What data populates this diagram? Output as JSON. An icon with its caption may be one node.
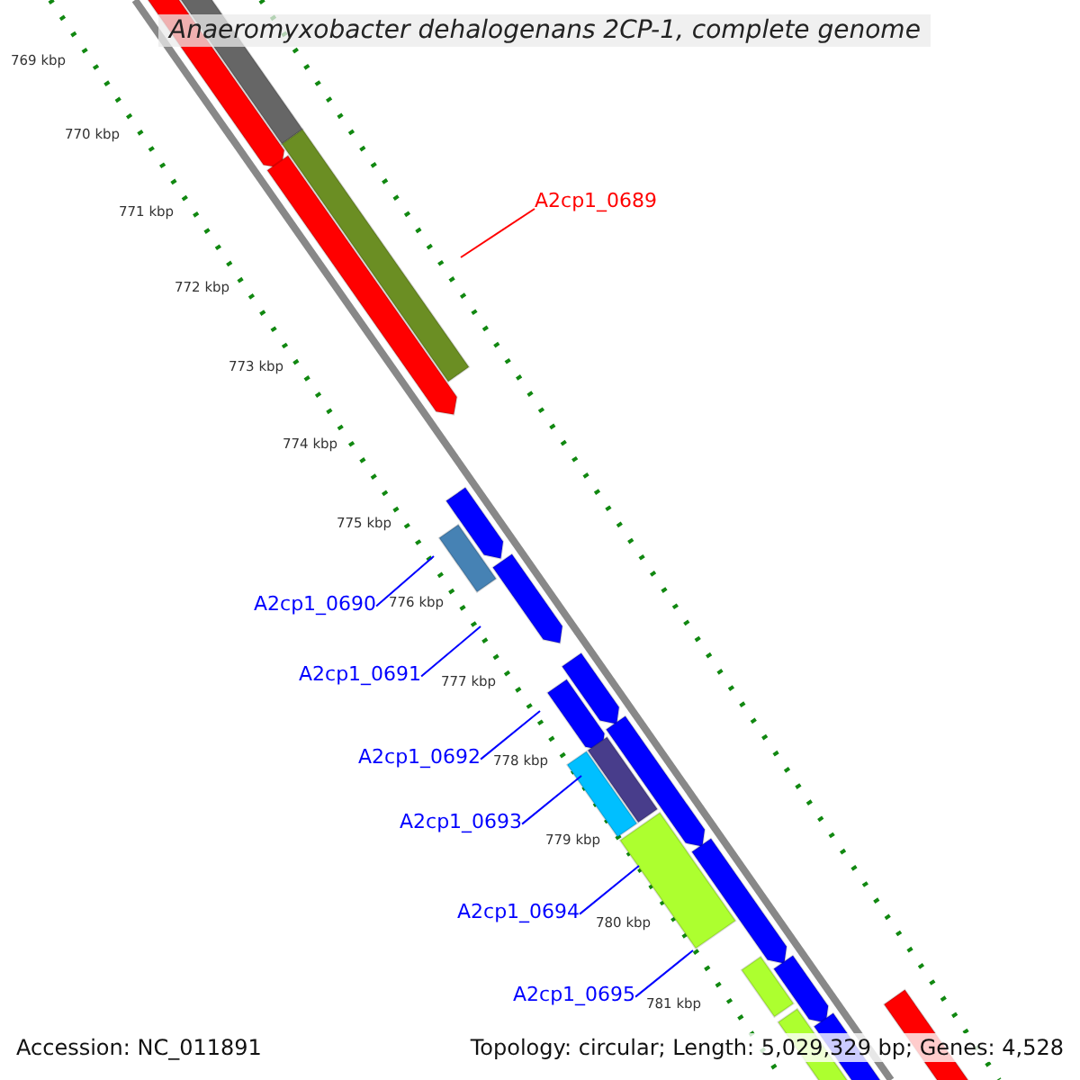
{
  "diagram": {
    "title": "Anaeromyxobacter dehalogenans 2CP-1, complete genome",
    "nodes": [
      {
        "text": [
          "A2cp1_0689"
        ]
      },
      {
        "text": [
          "A2cp1_0690"
        ]
      },
      {
        "text": [
          "A2cp1_0691"
        ]
      },
      {
        "text": [
          "A2cp1_0692"
        ]
      },
      {
        "text": [
          "A2cp1_0693"
        ]
      },
      {
        "text": [
          "A2cp1_0694"
        ]
      },
      {
        "text": [
          "A2cp1_0695"
        ]
      }
    ],
    "edges": [
      {
        "from": 0,
        "to": null,
        "arrow": "none",
        "color": "#ff0000"
      },
      {
        "from": 1,
        "to": null,
        "arrow": "none"
      },
      {
        "from": 2,
        "to": null,
        "arrow": "none"
      },
      {
        "from": 3,
        "to": null,
        "arrow": "none"
      },
      {
        "from": 4,
        "to": null,
        "arrow": "none"
      },
      {
        "from": 5,
        "to": null,
        "arrow": "none"
      },
      {
        "from": 6,
        "to": null,
        "arrow": "none"
      }
    ],
    "labels": [
      "769 kbp",
      "770 kbp",
      "771 kbp",
      "772 kbp",
      "773 kbp",
      "774 kbp",
      "775 kbp",
      "776 kbp",
      "777 kbp",
      "778 kbp",
      "779 kbp",
      "780 kbp",
      "781 kbp",
      "Accession: NC_011891",
      "Topology: circular; Length: 5,029,329 bp; Genes: 4,528"
    ]
  }
}
